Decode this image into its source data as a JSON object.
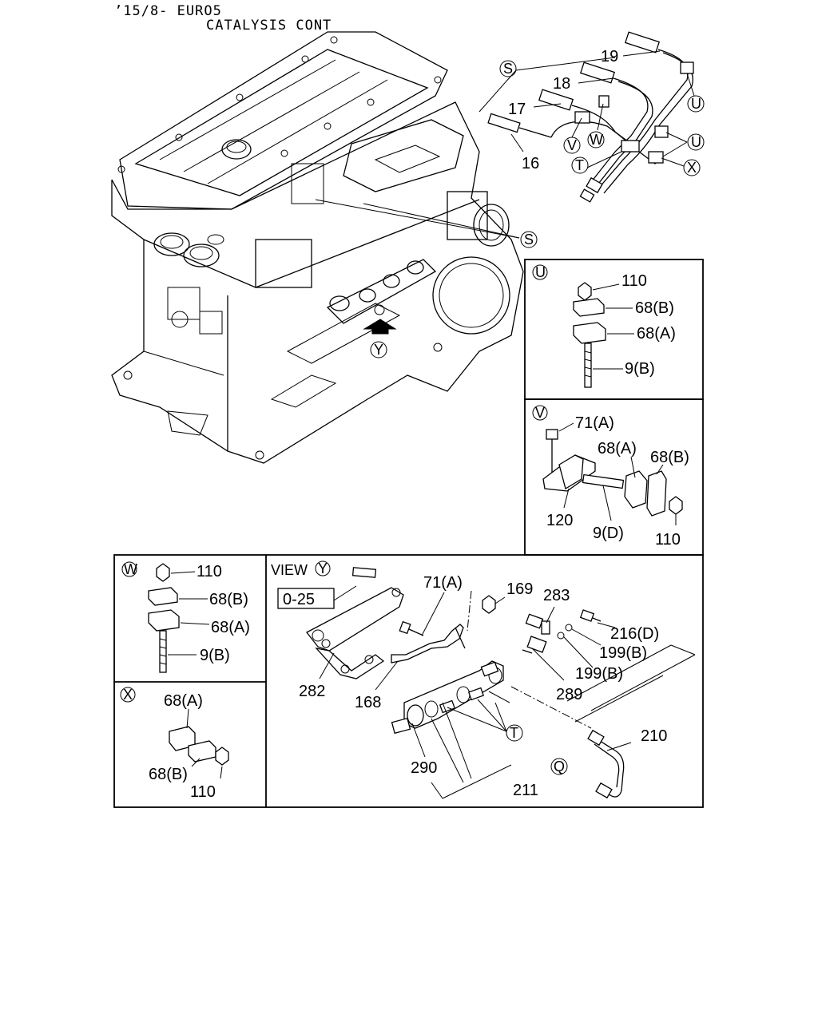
{
  "header": {
    "line1": "’15/8- EURO5",
    "line2": "CATALYSIS CONT"
  },
  "main_callouts": {
    "p19": "19",
    "p18": "18",
    "p17": "17",
    "p16": "16",
    "S": "S",
    "U": "U",
    "V": "V",
    "W": "W",
    "T": "T",
    "X": "X",
    "Y": "Y"
  },
  "panel_u": {
    "tag": "U",
    "items": [
      "110",
      "68(B)",
      "68(A)",
      "9(B)"
    ]
  },
  "panel_v": {
    "tag": "V",
    "items": [
      "71(A)",
      "68(A)",
      "68(B)",
      "120",
      "9(D)",
      "110"
    ]
  },
  "panel_w": {
    "tag": "W",
    "items": [
      "110",
      "68(B)",
      "68(A)",
      "9(B)"
    ]
  },
  "panel_x": {
    "tag": "X",
    "items": [
      "68(A)",
      "68(B)",
      "110"
    ]
  },
  "view_y": {
    "view_label": "VIEW",
    "view_tag": "Y",
    "ref_box": "0-25",
    "items": [
      "71(A)",
      "169",
      "283",
      "216(D)",
      "199(B)",
      "199(B)",
      "289",
      "282",
      "168",
      "290",
      "211",
      "210"
    ],
    "tag_T": "T",
    "tag_Q": "Q"
  }
}
